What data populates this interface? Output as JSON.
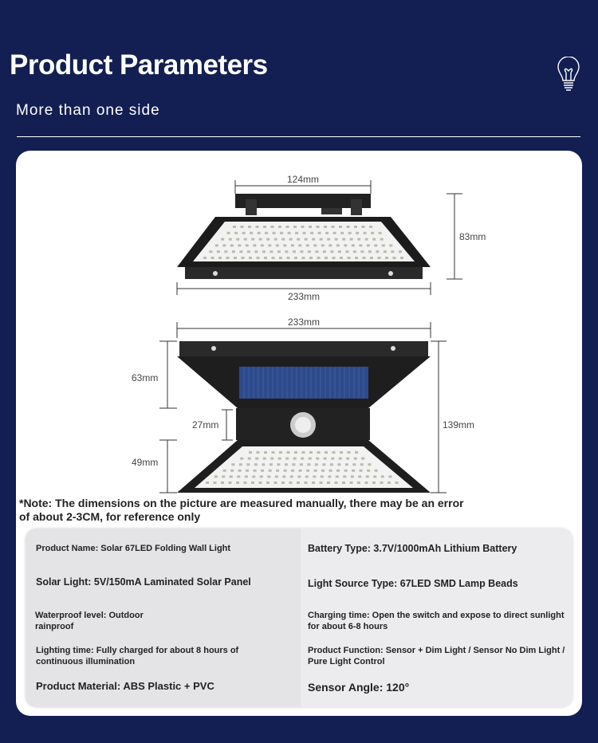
{
  "header": {
    "title": "Product Parameters",
    "subtitle": "More than one side"
  },
  "dimensions": {
    "top_width": "124mm",
    "height_side": "83mm",
    "bottom_width": "233mm",
    "front_width": "233mm",
    "upper": "63mm",
    "middle": "27mm",
    "lower": "49mm",
    "total_height": "139mm"
  },
  "note": "*Note: The dimensions on the picture are measured manually, there may be an error of about 2-3CM, for reference only",
  "specs": {
    "left": [
      "Product Name: Solar 67LED Folding Wall Light",
      "Solar Light: 5V/150mA Laminated Solar Panel",
      "Waterproof level: Outdoor rainproof",
      "Lighting time: Fully charged for about 8 hours of continuous illumination",
      "Product Material: ABS Plastic + PVC"
    ],
    "right": [
      "Battery Type: 3.7V/1000mAh Lithium Battery",
      "Light Source Type: 67LED SMD Lamp Beads",
      "Charging time: Open the switch and expose to direct sunlight for about 6-8 hours",
      "Product Function: Sensor + Dim Light / Sensor No Dim Light / Pure Light Control",
      "Sensor Angle: 120°"
    ]
  }
}
